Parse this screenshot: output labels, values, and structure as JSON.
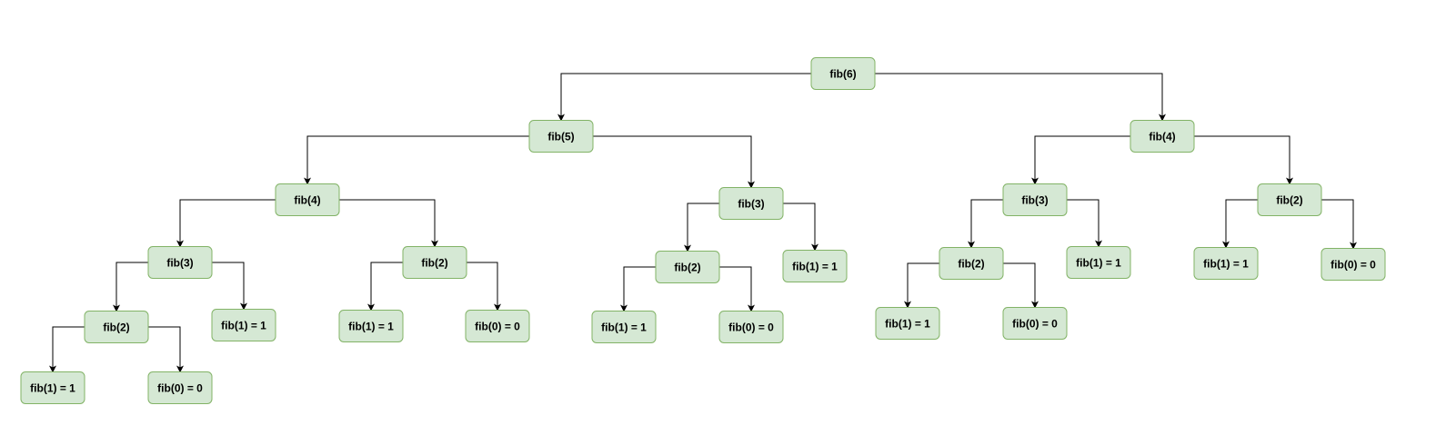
{
  "colors": {
    "node_fill": "#d5e8d4",
    "node_stroke": "#82b366",
    "edge": "#000000",
    "text": "#000000",
    "background": "#ffffff"
  },
  "nodes": [
    {
      "id": "n0",
      "label": "fib(6)"
    },
    {
      "id": "n1",
      "label": "fib(5)"
    },
    {
      "id": "n2",
      "label": "fib(4)"
    },
    {
      "id": "n3",
      "label": "fib(4)"
    },
    {
      "id": "n4",
      "label": "fib(3)"
    },
    {
      "id": "n5",
      "label": "fib(2)"
    },
    {
      "id": "n6",
      "label": "fib(2)"
    },
    {
      "id": "n7",
      "label": "fib(1) = 1"
    },
    {
      "id": "n8",
      "label": "fib(1) = 1"
    },
    {
      "id": "n9",
      "label": "fib(0) = 0"
    },
    {
      "id": "n10",
      "label": "fib(1) = 1"
    },
    {
      "id": "n11",
      "label": "fib(0) = 0"
    },
    {
      "id": "n12",
      "label": "fib(3)"
    },
    {
      "id": "n13",
      "label": "fib(2)"
    },
    {
      "id": "n14",
      "label": "fib(1) = 1"
    },
    {
      "id": "n15",
      "label": "fib(1) = 1"
    },
    {
      "id": "n16",
      "label": "fib(0) = 0"
    },
    {
      "id": "n17",
      "label": "fib(3)"
    },
    {
      "id": "n18",
      "label": "fib(2)"
    },
    {
      "id": "n19",
      "label": "fib(1) = 1"
    },
    {
      "id": "n20",
      "label": "fib(1) = 1"
    },
    {
      "id": "n21",
      "label": "fib(0) = 0"
    },
    {
      "id": "n22",
      "label": "fib(2)"
    },
    {
      "id": "n23",
      "label": "fib(1) = 1"
    },
    {
      "id": "n24",
      "label": "fib(0) = 0"
    }
  ],
  "edges": [
    [
      "n0",
      "n1"
    ],
    [
      "n0",
      "n3"
    ],
    [
      "n1",
      "n2"
    ],
    [
      "n1",
      "n12"
    ],
    [
      "n2",
      "n4"
    ],
    [
      "n2",
      "n6"
    ],
    [
      "n4",
      "n5"
    ],
    [
      "n4",
      "n8"
    ],
    [
      "n5",
      "n7"
    ],
    [
      "n5",
      "n9"
    ],
    [
      "n6",
      "n10"
    ],
    [
      "n6",
      "n11"
    ],
    [
      "n12",
      "n13"
    ],
    [
      "n12",
      "n14"
    ],
    [
      "n13",
      "n15"
    ],
    [
      "n13",
      "n16"
    ],
    [
      "n3",
      "n17"
    ],
    [
      "n3",
      "n22"
    ],
    [
      "n17",
      "n18"
    ],
    [
      "n17",
      "n19"
    ],
    [
      "n18",
      "n20"
    ],
    [
      "n18",
      "n21"
    ],
    [
      "n22",
      "n23"
    ],
    [
      "n22",
      "n24"
    ]
  ]
}
